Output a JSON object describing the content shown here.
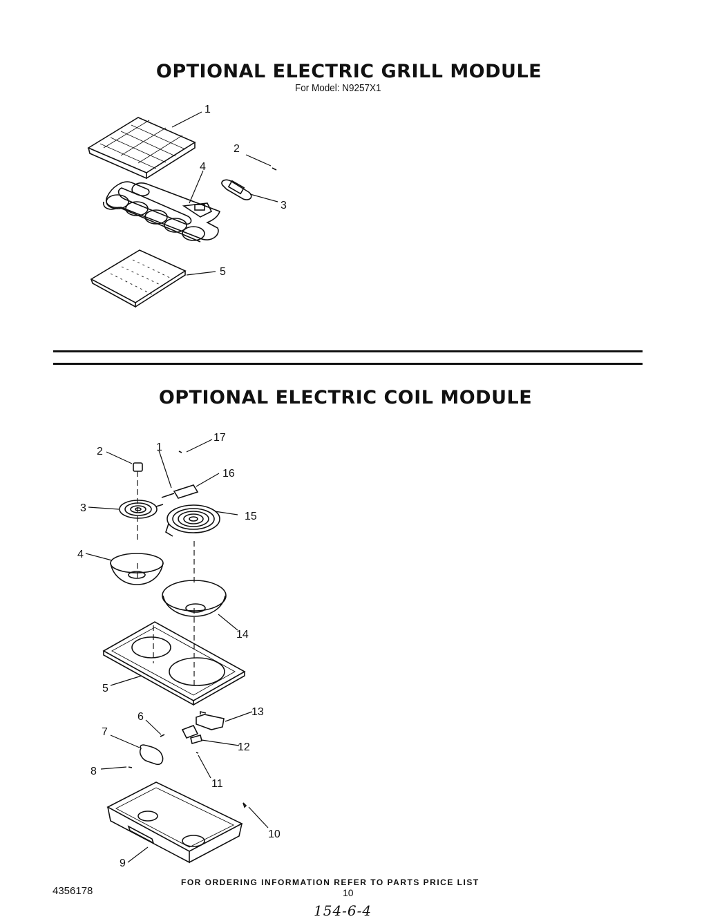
{
  "grill_section": {
    "title": "OPTIONAL ELECTRIC GRILL MODULE",
    "model": "For Model: N9257X1",
    "callouts": [
      "1",
      "2",
      "3",
      "4",
      "5"
    ]
  },
  "coil_section": {
    "title": "OPTIONAL ELECTRIC COIL MODULE",
    "callouts": [
      "1",
      "2",
      "3",
      "4",
      "5",
      "6",
      "7",
      "8",
      "9",
      "10",
      "11",
      "12",
      "13",
      "14",
      "15",
      "16",
      "17"
    ]
  },
  "footer": {
    "doc_number": "4356178",
    "ordering_info": "FOR ORDERING INFORMATION REFER TO PARTS PRICE LIST",
    "page_number": "10",
    "handwritten_note": "154-6-4"
  }
}
